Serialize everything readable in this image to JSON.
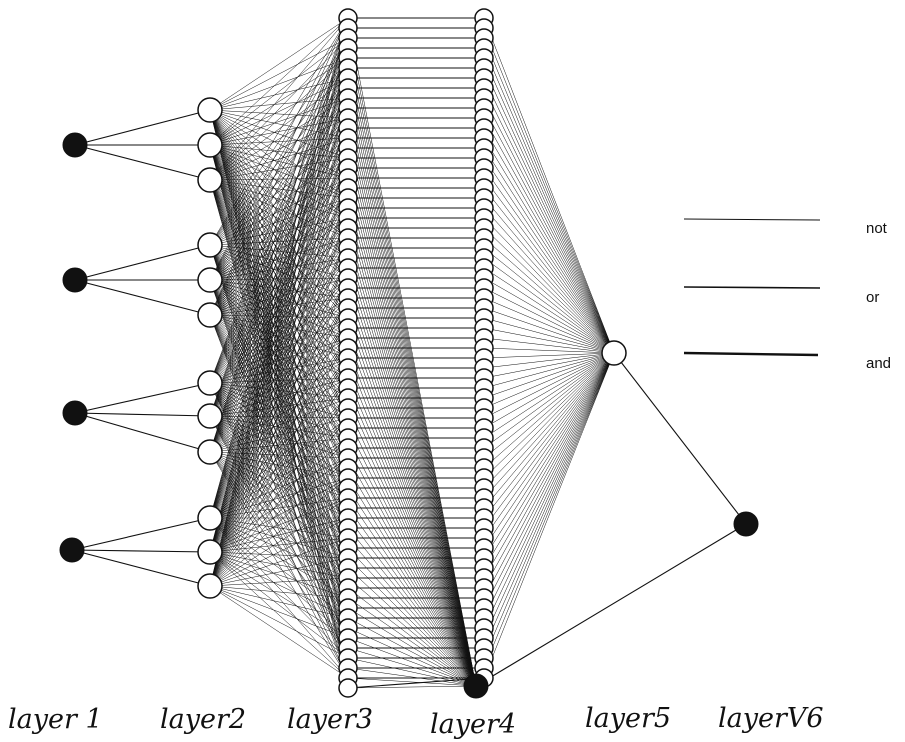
{
  "layer_labels": [
    "layer 1",
    "layer2",
    "layer3",
    "layer4",
    "layer5",
    "layerV6"
  ],
  "legend": [
    {
      "label": "not",
      "style": "thin"
    },
    {
      "label": "or",
      "style": "medium"
    },
    {
      "label": "and",
      "style": "thick"
    }
  ],
  "colors": {
    "ink": "#111111",
    "paper": "#ffffff"
  }
}
